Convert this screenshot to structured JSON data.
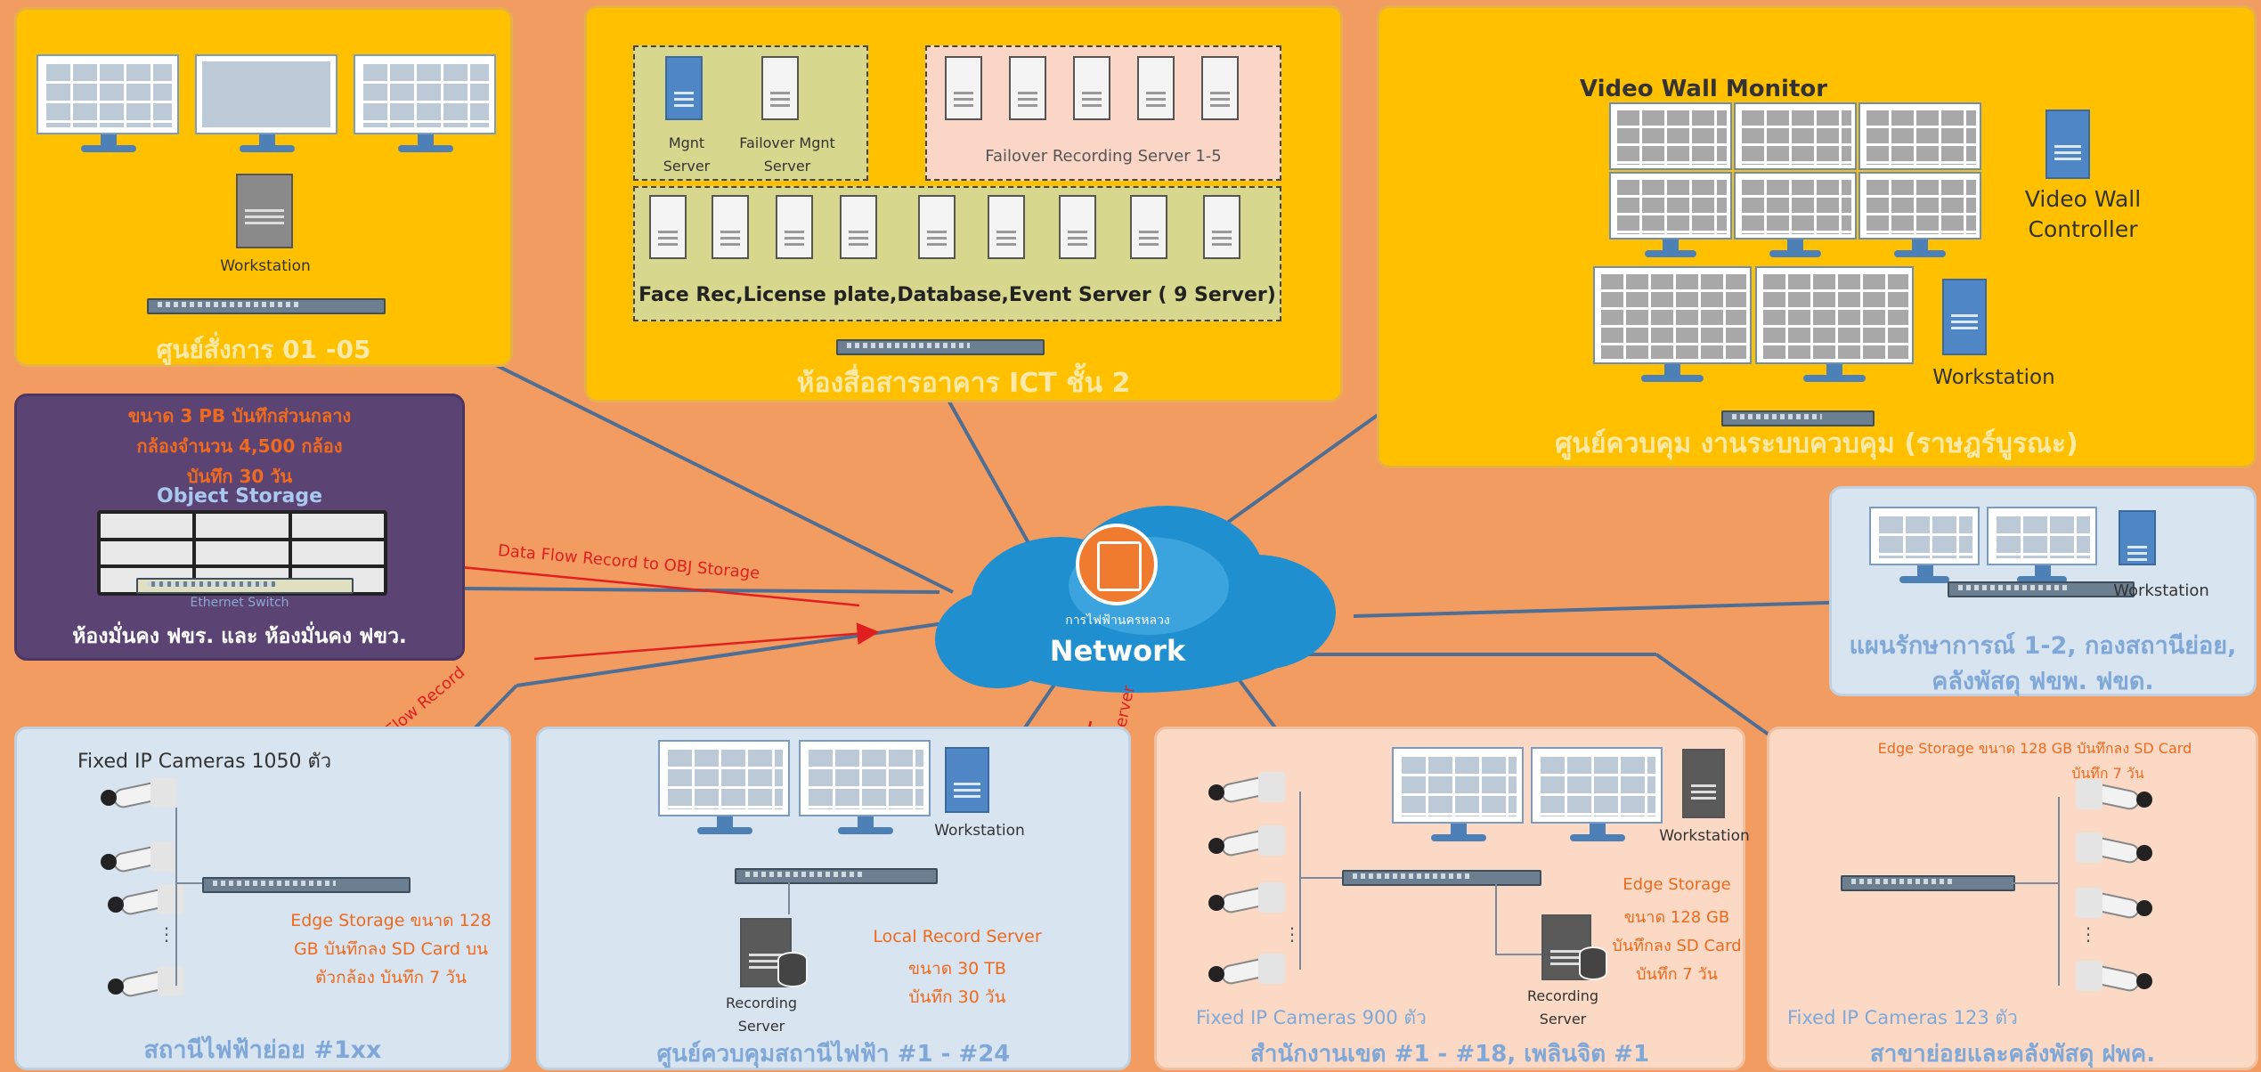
{
  "panels": {
    "command": {
      "title": "ศูนย์สั่งการ 01 -05",
      "workstation": "Workstation"
    },
    "ict": {
      "title": "ห้องสื่อสารอาคาร ICT ชั้น 2",
      "mgnt_server": "Mgnt Server",
      "mgnt_server_l1": "Mgnt",
      "mgnt_server_l2": "Server",
      "failover_mgnt_l1": "Failover Mgnt",
      "failover_mgnt_l2": "Server",
      "failover_recording": "Failover Recording Server 1-5",
      "face_rec": "Face Rec,License plate,Database,Event Server ( 9 Server)"
    },
    "control": {
      "title": "ศูนย์ควบคุม งานระบบควบคุม (ราษฎร์บูรณะ)",
      "video_wall_monitor": "Video Wall Monitor",
      "video_wall_controller_l1": "Video Wall",
      "video_wall_controller_l2": "Controller",
      "workstation": "Workstation"
    },
    "storage": {
      "line1": "ขนาด 3 PB บันทึกส่วนกลาง",
      "line2": "กล้องจำนวน 4,500 กล้อง",
      "line3": "บันทึก 30 วัน",
      "object_storage": "Object Storage",
      "ethernet_switch": "Ethernet Switch",
      "title": "ห้องมั่นคง ฟขร. และ ห้องมั่นคง ฟขว."
    },
    "maintenance": {
      "workstation": "Workstation",
      "title_l1": "แผนรักษาการณ์ 1-2, กองสถานีย่อย,",
      "title_l2": "คลังพัสดุ ฟขพ. ฟขด."
    },
    "substation": {
      "cameras": "Fixed IP Cameras 1050 ตัว",
      "edge_l1": "Edge Storage ขนาด 128",
      "edge_l2": "GB บันทึกลง SD Card บน",
      "edge_l3": "ตัวกล้อง บันทึก 7 วัน",
      "title": "สถานีไฟฟ้าย่อย #1xx"
    },
    "station_control": {
      "workstation": "Workstation",
      "local_l1": "Local Record Server",
      "local_l2": "ขนาด 30 TB",
      "local_l3": "บันทึก 30 วัน",
      "recording_l1": "Recording",
      "recording_l2": "Server",
      "title": "ศูนย์ควบคุมสถานีไฟฟ้า #1 - #24"
    },
    "district": {
      "workstation": "Workstation",
      "edge_l1": "Edge Storage",
      "edge_l2": "ขนาด 128 GB",
      "edge_l3": "บันทึกลง SD Card",
      "edge_l4": "บันทึก 7 วัน",
      "recording_l1": "Recording",
      "recording_l2": "Server",
      "cameras": "Fixed IP Cameras 900 ตัว",
      "title": "สำนักงานเขต #1 - #18, เพลินจิต #1"
    },
    "branch": {
      "edge_l1": "Edge Storage ขนาด 128 GB บันทึกลง SD Card",
      "edge_l2": "บันทึก 7 วัน",
      "cameras": "Fixed IP Cameras 123 ตัว",
      "title": "สาขาย่อยและคลังพัสดุ ฝพค."
    }
  },
  "network": {
    "label": "Network",
    "logo_text": "การไฟฟ้านครหลวง"
  },
  "flows": {
    "obj_storage": "Data Flow Record to OBJ Storage",
    "data_flow_record": "Data Flow Record",
    "local_server": "Data Flow Record to Local Server"
  },
  "colors": {
    "background": "#F39C62",
    "yellow_panel": "#FFC000",
    "purple_panel": "#5B4474",
    "blue_panel": "#D8E4F0",
    "peach_panel": "#FBD9C4",
    "link_line": "#4E6E94",
    "flow_arrow": "#E02020"
  }
}
